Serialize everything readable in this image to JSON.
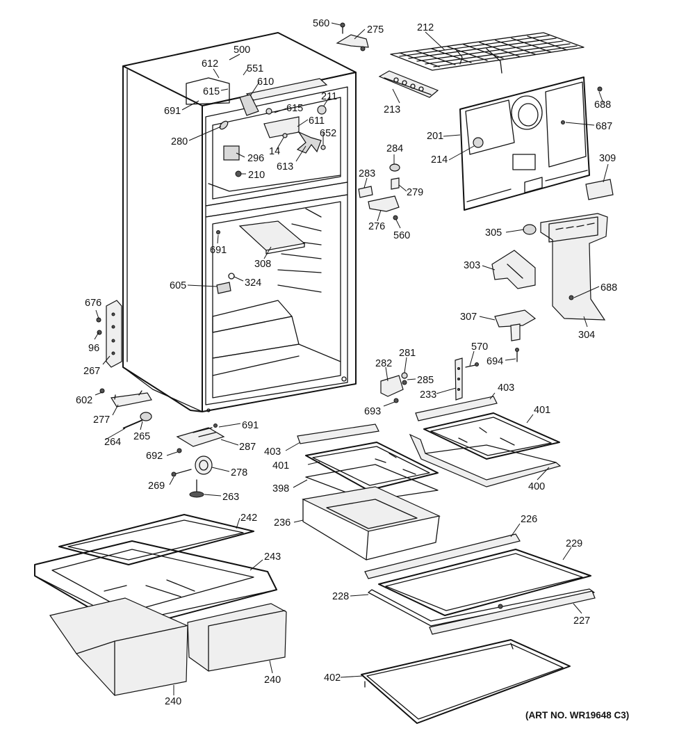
{
  "diagram": {
    "labels": [
      "560",
      "275",
      "212",
      "500",
      "612",
      "551",
      "610",
      "213",
      "688",
      "211",
      "615",
      "615",
      "691",
      "611",
      "652",
      "201",
      "687",
      "280",
      "14",
      "284",
      "214",
      "309",
      "296",
      "613",
      "210",
      "283",
      "279",
      "276",
      "560",
      "305",
      "691",
      "308",
      "303",
      "324",
      "605",
      "688",
      "676",
      "96",
      "307",
      "304",
      "281",
      "570",
      "694",
      "267",
      "282",
      "285",
      "233",
      "602",
      "693",
      "403",
      "691",
      "401",
      "277",
      "403",
      "264",
      "265",
      "287",
      "401",
      "692",
      "278",
      "269",
      "398",
      "400",
      "263",
      "242",
      "236",
      "226",
      "243",
      "229",
      "228",
      "227",
      "240",
      "240",
      "402"
    ],
    "art_number": "(ART NO. WR19648 C3)"
  }
}
